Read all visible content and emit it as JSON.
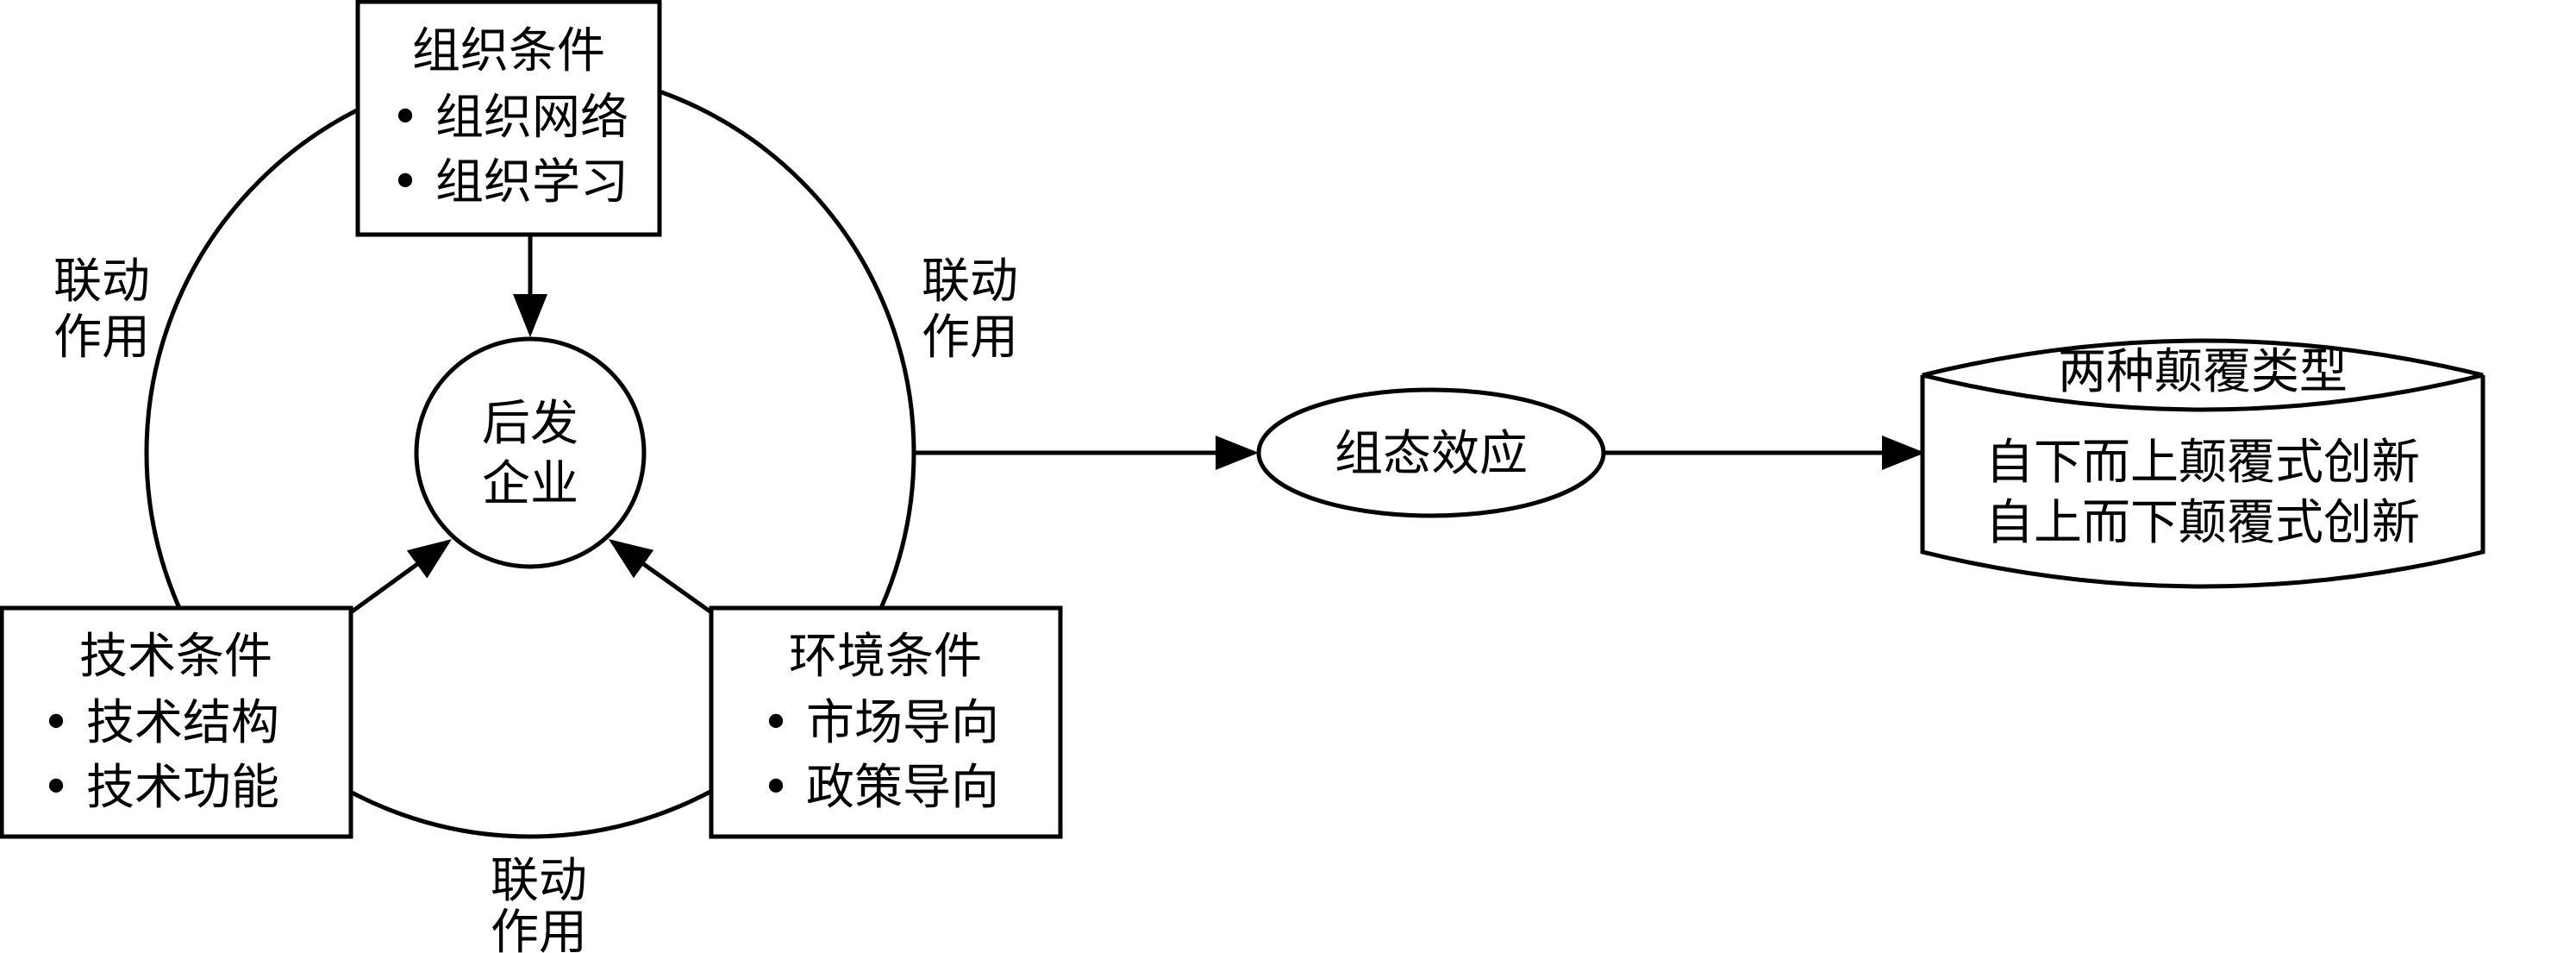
{
  "org_box": {
    "title": "组织条件",
    "items": [
      "组织网络",
      "组织学习"
    ]
  },
  "tech_box": {
    "title": "技术条件",
    "items": [
      "技术结构",
      "技术功能"
    ]
  },
  "env_box": {
    "title": "环境条件",
    "items": [
      "市场导向",
      "政策导向"
    ]
  },
  "center": {
    "line1": "后发",
    "line2": "企业"
  },
  "linkage_labels": [
    {
      "line1": "联动",
      "line2": "作用"
    },
    {
      "line1": "联动",
      "line2": "作用"
    },
    {
      "line1": "联动",
      "line2": "作用"
    }
  ],
  "config_effect": "组态效应",
  "result": {
    "title": "两种颠覆类型",
    "lines": [
      "自下而上颠覆式创新",
      "自上而下颠覆式创新"
    ]
  },
  "bullet": "•",
  "colors": {
    "stroke": "#000000",
    "background": "#ffffff"
  }
}
